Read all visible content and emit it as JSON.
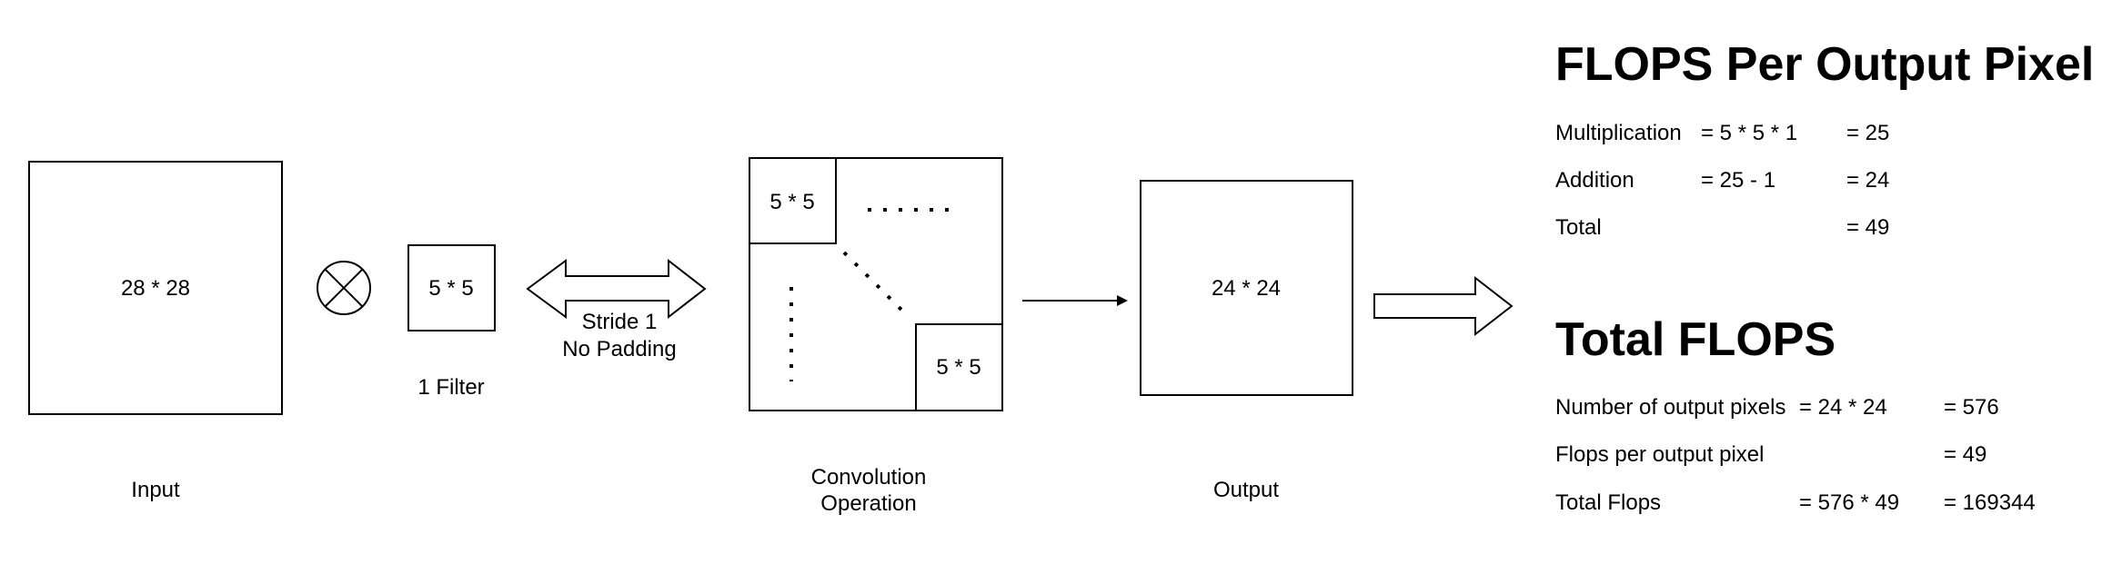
{
  "diagram": {
    "input": {
      "size": "28 * 28",
      "caption": "Input"
    },
    "filter": {
      "size": "5 * 5",
      "caption": "1 Filter"
    },
    "operator_icon": "circled-times-icon",
    "arrow": {
      "line1": "Stride 1",
      "line2": "No Padding"
    },
    "convolution": {
      "top_left": "5 * 5",
      "bottom_right": "5 * 5",
      "caption_line1": "Convolution",
      "caption_line2": "Operation"
    },
    "output": {
      "size": "24 * 24",
      "caption": "Output"
    }
  },
  "flops_per_pixel": {
    "title": "FLOPS Per Output Pixel",
    "rows": [
      {
        "label": "Multiplication",
        "expr": "= 5 * 5 * 1",
        "result": "= 25"
      },
      {
        "label": "Addition",
        "expr": "= 25 - 1",
        "result": "= 24"
      },
      {
        "label": "Total",
        "expr": "",
        "result": "= 49"
      }
    ]
  },
  "total_flops": {
    "title": "Total FLOPS",
    "rows": [
      {
        "label": "Number of output pixels",
        "expr": "= 24 * 24",
        "result": "= 576"
      },
      {
        "label": "Flops per output pixel",
        "expr": "",
        "result": "= 49"
      },
      {
        "label": "Total Flops",
        "expr": "= 576 * 49",
        "result": "= 169344"
      }
    ]
  }
}
